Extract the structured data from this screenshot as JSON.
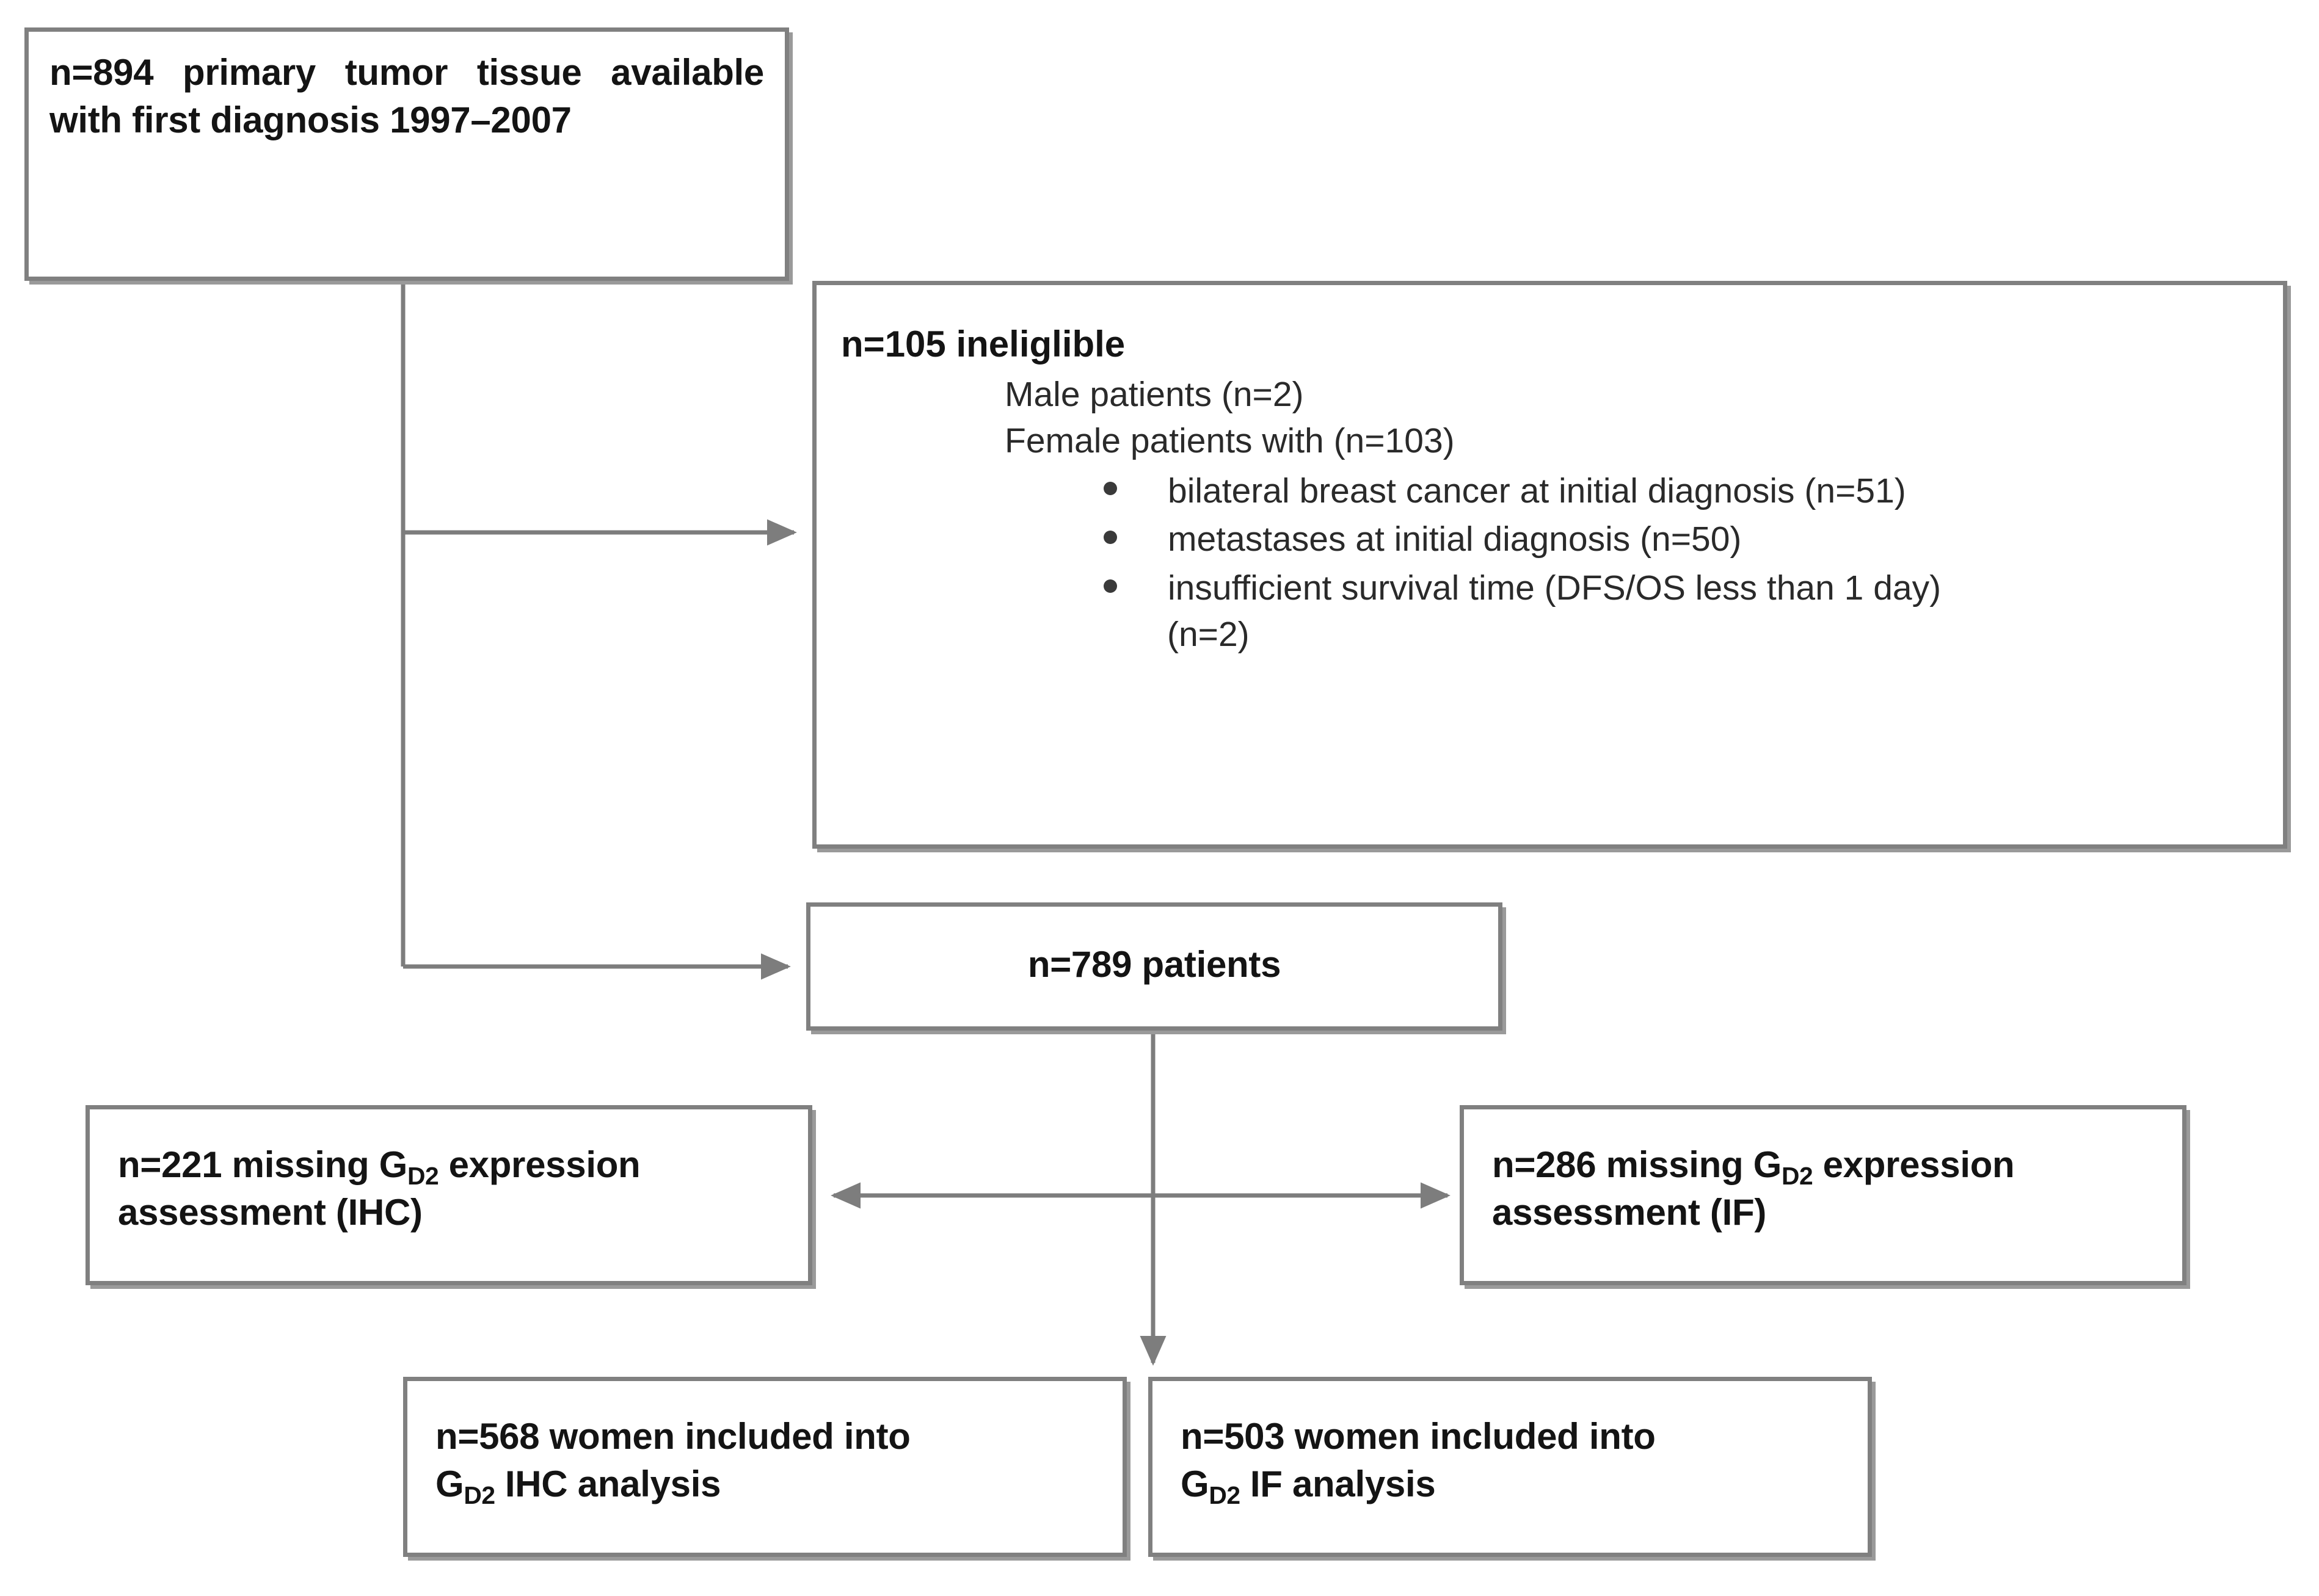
{
  "figure": {
    "type": "flowchart",
    "subject": "patient-selection-flow",
    "line_color": "#808080",
    "box_border_color": "#808080",
    "text_color": "#1a1a1a",
    "background": "#ffffff"
  },
  "nodes": {
    "source_cohort": {
      "id": "n894",
      "text": "n=894 primary tumor tissue available with first diagnosis 1997–2007",
      "count": 894
    },
    "ineligible": {
      "id": "n105",
      "heading": "n=105 ineliglible",
      "count": 105,
      "sub_lines": [
        "Male patients (n=2)",
        "Female patients with (n=103)"
      ],
      "bullets": [
        {
          "text": "bilateral breast cancer at initial diagnosis (n=51)",
          "continuation": ""
        },
        {
          "text": "metastases at initial diagnosis (n=50)",
          "continuation": ""
        },
        {
          "text": "insufficient survival time (DFS/OS less than 1 day)",
          "continuation": "(n=2)"
        }
      ]
    },
    "eligible": {
      "id": "n789",
      "text": "n=789 patients",
      "count": 789
    },
    "missing_ihc": {
      "id": "n221",
      "line1_prefix": "n=221  missing  G",
      "line1_sub": "D2",
      "line1_suffix": " expression",
      "line2": "assessment (IHC)",
      "count": 221
    },
    "missing_if": {
      "id": "n286",
      "line1_prefix": "n=286 missing  G",
      "line1_sub": "D2",
      "line1_suffix": " expression",
      "line2": "assessment (IF)",
      "count": 286
    },
    "included_ihc": {
      "id": "n568",
      "line1": "n=568  women  included  into",
      "line2_prefix": "G",
      "line2_sub": "D2",
      "line2_suffix": " IHC analysis",
      "count": 568
    },
    "included_if": {
      "id": "n503",
      "line1": "n=503  women  included  into",
      "line2_prefix": "G",
      "line2_sub": "D2",
      "line2_suffix": " IF analysis",
      "count": 503
    }
  },
  "edges": [
    {
      "from": "source_cohort",
      "to": "ineligible",
      "style": "elbow-right-arrow"
    },
    {
      "from": "source_cohort",
      "to": "eligible",
      "style": "elbow-right-arrow"
    },
    {
      "from": "eligible",
      "to": "included_ihc",
      "style": "vertical-arrow-down"
    },
    {
      "from": "eligible",
      "to": "missing_ihc",
      "style": "horizontal-arrow-left"
    },
    {
      "from": "eligible",
      "to": "missing_if",
      "style": "horizontal-arrow-right"
    }
  ]
}
